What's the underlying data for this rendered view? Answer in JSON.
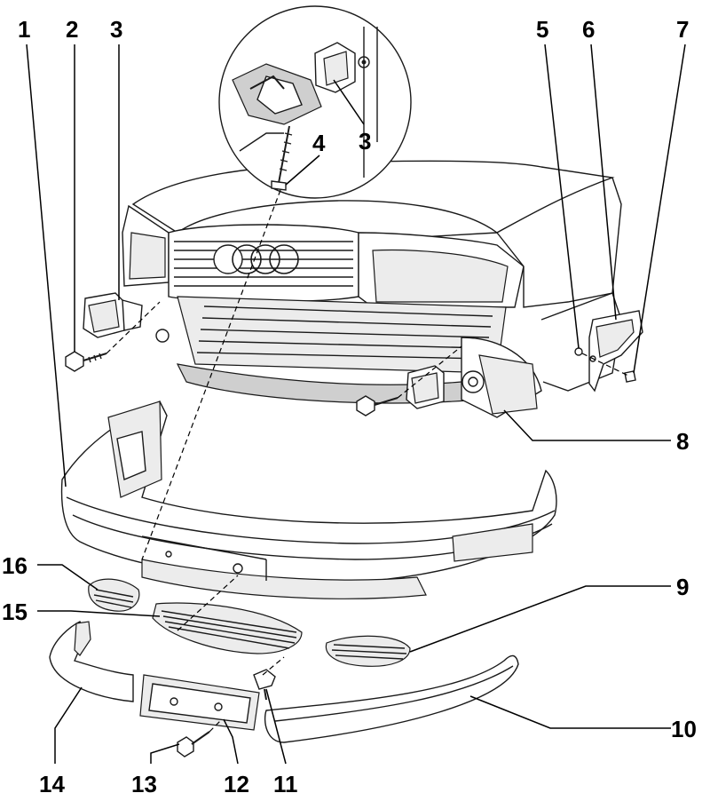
{
  "callouts": [
    {
      "id": "1",
      "label": "1"
    },
    {
      "id": "2",
      "label": "2"
    },
    {
      "id": "3a",
      "label": "3"
    },
    {
      "id": "3b",
      "label": "3"
    },
    {
      "id": "4",
      "label": "4"
    },
    {
      "id": "5",
      "label": "5"
    },
    {
      "id": "6",
      "label": "6"
    },
    {
      "id": "7",
      "label": "7"
    },
    {
      "id": "8",
      "label": "8"
    },
    {
      "id": "9",
      "label": "9"
    },
    {
      "id": "10",
      "label": "10"
    },
    {
      "id": "11",
      "label": "11"
    },
    {
      "id": "12",
      "label": "12"
    },
    {
      "id": "13",
      "label": "13"
    },
    {
      "id": "14",
      "label": "14"
    },
    {
      "id": "15",
      "label": "15"
    },
    {
      "id": "16",
      "label": "16"
    }
  ]
}
